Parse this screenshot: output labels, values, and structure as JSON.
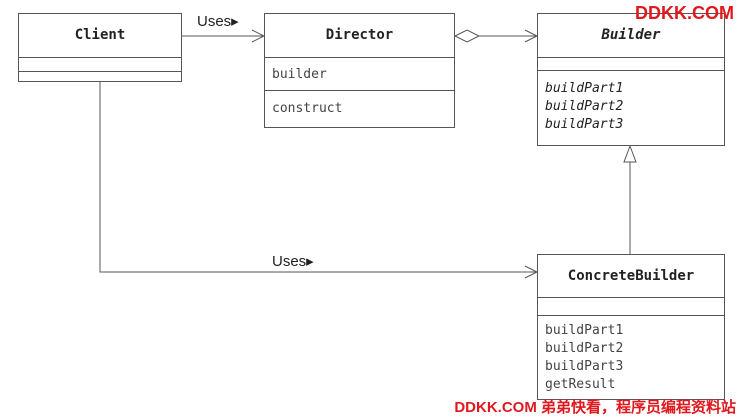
{
  "classes": {
    "client": {
      "name": "Client"
    },
    "director": {
      "name": "Director",
      "fields": [
        "builder"
      ],
      "methods": [
        "construct"
      ]
    },
    "builder": {
      "name": "Builder",
      "methods": [
        "buildPart1",
        "buildPart2",
        "buildPart3"
      ]
    },
    "concrete": {
      "name": "ConcreteBuilder",
      "methods": [
        "buildPart1",
        "buildPart2",
        "buildPart3",
        "getResult"
      ]
    }
  },
  "relations": {
    "client_director": "Uses▸",
    "client_concrete": "Uses▸"
  },
  "watermarks": {
    "top": "DDKK.COM",
    "bottom": "DDKK.COM 弟弟快看，程序员编程资料站"
  },
  "colors": {
    "line": "#555555",
    "watermark": "#e0191e"
  }
}
